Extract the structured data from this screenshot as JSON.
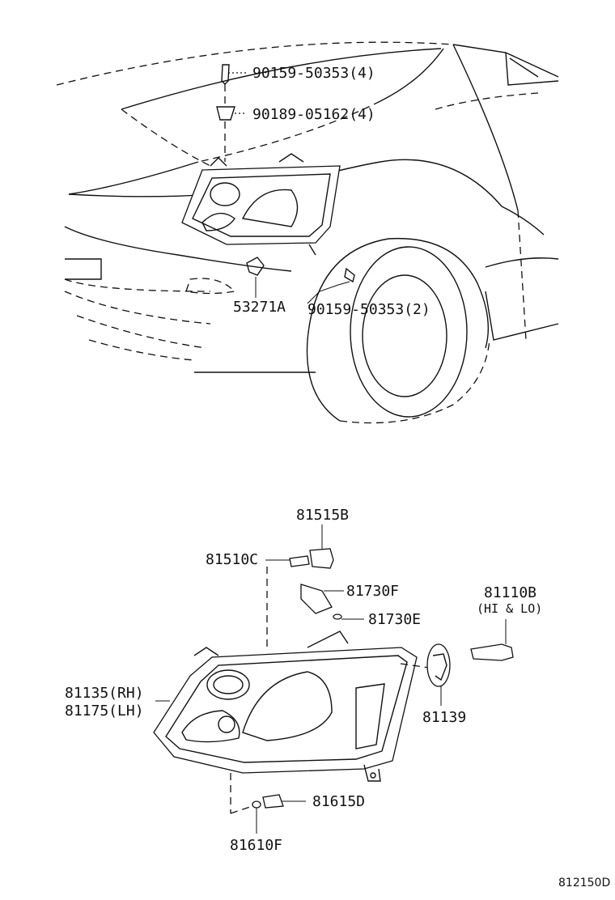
{
  "labels": {
    "screw_top": "90159-50353(4)",
    "clip_top": "90189-05162(4)",
    "bracket": "53271A",
    "screw_side": "90159-50353(2)",
    "socket_side": "81515B",
    "bulb_side": "81510C",
    "socket_park": "81730F",
    "bulb_park": "81730E",
    "bulb_head": "81110B",
    "bulb_head_note": "(HI & LO)",
    "headlamp_rh": "81135(RH)",
    "headlamp_lh": "81175(LH)",
    "cover": "81139",
    "socket_lower": "81615D",
    "bulb_lower": "81610F"
  },
  "diagram_id": "812150D"
}
